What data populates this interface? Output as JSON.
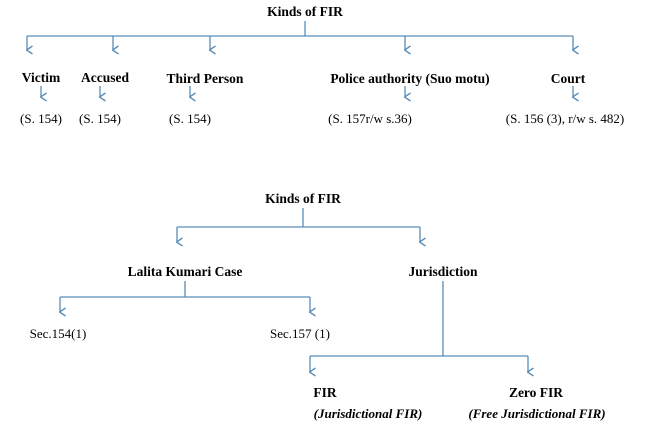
{
  "diagram": {
    "title": "Kinds of FIR",
    "line_color": "#5B8DB8",
    "text_color": "#000000",
    "background": "#ffffff"
  },
  "chart_one": {
    "root": "Kinds of FIR",
    "branches": [
      {
        "label": "Victim",
        "section": "(S. 154)"
      },
      {
        "label": "Accused",
        "section": "(S. 154)"
      },
      {
        "label": "Third Person",
        "section": "(S. 154)"
      },
      {
        "label": "Police authority (Suo motu)",
        "section": "(S. 157r/w s.36)"
      },
      {
        "label": "Court",
        "section": "(S. 156 (3), r/w s. 482)"
      }
    ]
  },
  "chart_two": {
    "root": "Kinds of FIR",
    "branch_left": {
      "label": "Lalita Kumari Case",
      "children": [
        {
          "label": "Sec.154(1)"
        },
        {
          "label": "Sec.157 (1)"
        }
      ]
    },
    "branch_right": {
      "label": "Jurisdiction",
      "children": [
        {
          "label": "FIR",
          "sublabel": "(Jurisdictional FIR)"
        },
        {
          "label": "Zero FIR",
          "sublabel": "(Free Jurisdictional FIR)"
        }
      ]
    }
  }
}
